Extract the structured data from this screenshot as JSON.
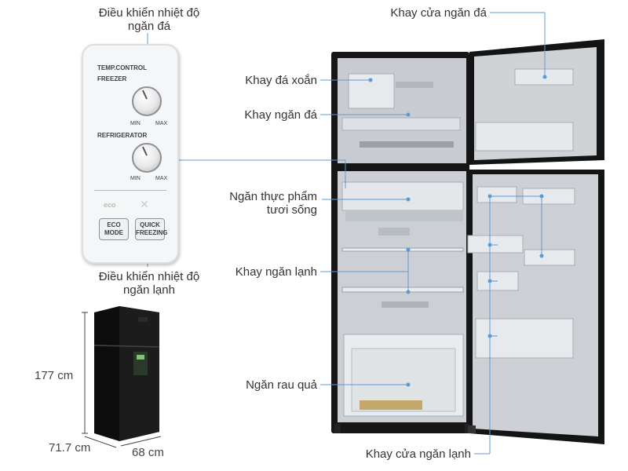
{
  "labels": {
    "freezer_control": "Điều khiển nhiệt độ\nngăn đá",
    "fridge_control": "Điều khiển nhiệt độ\nngăn lạnh",
    "freezer_door_tray": "Khay cửa ngăn đá",
    "ice_twist_tray": "Khay đá xoắn",
    "freezer_tray": "Khay ngăn đá",
    "fresh_food": "Ngăn thực phẩm\ntươi sống",
    "fridge_tray": "Khay ngăn lạnh",
    "vegetable_drawer": "Ngăn rau quả",
    "fridge_door_tray": "Khay cửa ngăn lạnh"
  },
  "dimensions": {
    "height": "177 cm",
    "depth": "71.7 cm",
    "width": "68 cm"
  },
  "panel": {
    "temp_control": "TEMP.CONTROL",
    "freezer": "FREEZER",
    "refrigerator": "REFRIGERATOR",
    "min": "MIN",
    "max": "MAX",
    "eco": "eco",
    "eco_mode": "ECO\nMODE",
    "quick_freezing": "QUICK\nFREEZING"
  },
  "colors": {
    "callout_line": "#5b9bd5",
    "fridge_body": "#151515",
    "interior": "#c9ccd0"
  }
}
